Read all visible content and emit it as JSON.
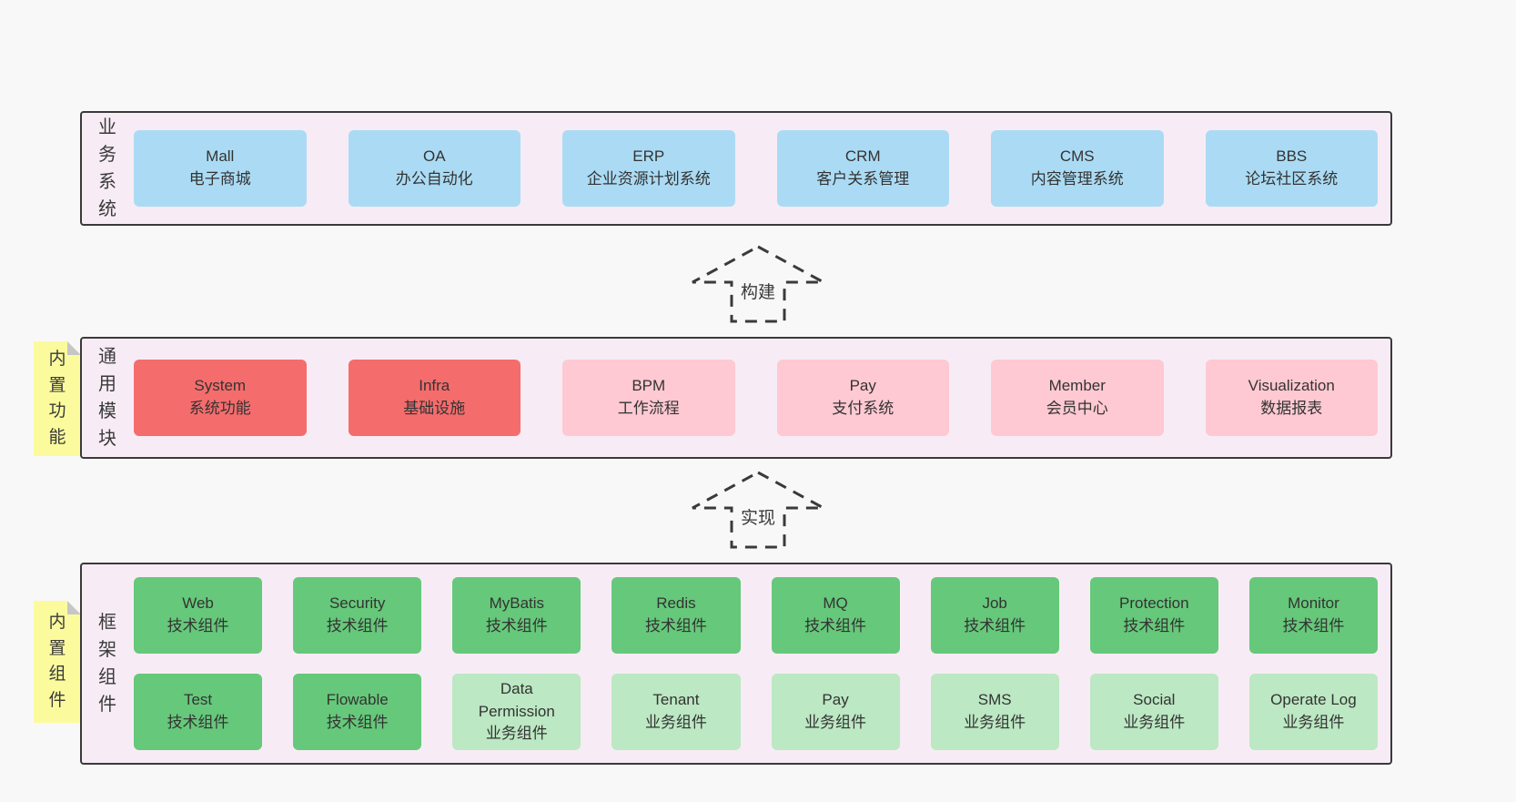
{
  "colors": {
    "page_bg": "#f8f8f8",
    "panel_bg": "#f7ecf5",
    "panel_border": "#3a3a3a",
    "box_blue": "#abdbf4",
    "box_red": "#f56c6c",
    "box_pink": "#fec9d2",
    "box_green": "#66c87a",
    "box_light_green": "#bce8c3",
    "sticky_yellow": "#fbfb9e",
    "sticky_fold_gray": "#c6c6c6",
    "text": "#333333"
  },
  "arrows": [
    {
      "label": "构建"
    },
    {
      "label": "实现"
    }
  ],
  "sections": [
    {
      "side_label": "业务系统",
      "boxes": [
        {
          "en": "Mall",
          "zh": "电子商城",
          "color": "blue"
        },
        {
          "en": "OA",
          "zh": "办公自动化",
          "color": "blue"
        },
        {
          "en": "ERP",
          "zh": "企业资源计划系统",
          "color": "blue"
        },
        {
          "en": "CRM",
          "zh": "客户关系管理",
          "color": "blue"
        },
        {
          "en": "CMS",
          "zh": "内容管理系统",
          "color": "blue"
        },
        {
          "en": "BBS",
          "zh": "论坛社区系统",
          "color": "blue"
        }
      ]
    },
    {
      "side_label": "通用模块",
      "sticky": "内置功能",
      "boxes": [
        {
          "en": "System",
          "zh": "系统功能",
          "color": "red"
        },
        {
          "en": "Infra",
          "zh": "基础设施",
          "color": "red"
        },
        {
          "en": "BPM",
          "zh": "工作流程",
          "color": "pink"
        },
        {
          "en": "Pay",
          "zh": "支付系统",
          "color": "pink"
        },
        {
          "en": "Member",
          "zh": "会员中心",
          "color": "pink"
        },
        {
          "en": "Visualization",
          "zh": "数据报表",
          "color": "pink"
        }
      ]
    },
    {
      "side_label": "框架组件",
      "sticky": "内置组件",
      "rows": [
        [
          {
            "en": "Web",
            "zh": "技术组件",
            "color": "green"
          },
          {
            "en": "Security",
            "zh": "技术组件",
            "color": "green"
          },
          {
            "en": "MyBatis",
            "zh": "技术组件",
            "color": "green"
          },
          {
            "en": "Redis",
            "zh": "技术组件",
            "color": "green"
          },
          {
            "en": "MQ",
            "zh": "技术组件",
            "color": "green"
          },
          {
            "en": "Job",
            "zh": "技术组件",
            "color": "green"
          },
          {
            "en": "Protection",
            "zh": "技术组件",
            "color": "green"
          },
          {
            "en": "Monitor",
            "zh": "技术组件",
            "color": "green"
          }
        ],
        [
          {
            "en": "Test",
            "zh": "技术组件",
            "color": "green"
          },
          {
            "en": "Flowable",
            "zh": "技术组件",
            "color": "green"
          },
          {
            "en": "Data Permission",
            "zh": "业务组件",
            "color": "light_green"
          },
          {
            "en": "Tenant",
            "zh": "业务组件",
            "color": "light_green"
          },
          {
            "en": "Pay",
            "zh": "业务组件",
            "color": "light_green"
          },
          {
            "en": "SMS",
            "zh": "业务组件",
            "color": "light_green"
          },
          {
            "en": "Social",
            "zh": "业务组件",
            "color": "light_green"
          },
          {
            "en": "Operate Log",
            "zh": "业务组件",
            "color": "light_green"
          }
        ]
      ]
    }
  ]
}
